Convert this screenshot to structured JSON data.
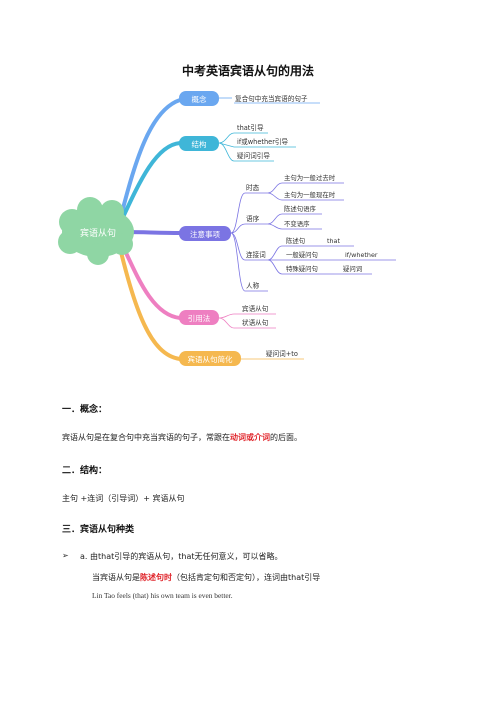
{
  "title": "中考英语宾语从句的用法",
  "mindmap": {
    "center": "宾语从句",
    "branches": [
      {
        "label": "概念",
        "color": "#6aa7f0",
        "children": [
          "复合句中充当宾语的句子"
        ]
      },
      {
        "label": "结构",
        "color": "#3fb6d8",
        "children": [
          "that引导",
          "if或whether引导",
          "疑问词引导"
        ]
      },
      {
        "label": "注意事项",
        "color": "#7b74e3",
        "children": [
          "时态",
          "语序",
          "连接词",
          "人称"
        ]
      },
      {
        "label": "引用法",
        "color": "#ee7fc1",
        "children": [
          "宾语从句",
          "状语从句"
        ]
      },
      {
        "label": "宾语从句简化",
        "color": "#f5b84f",
        "children": [
          "疑问词+to"
        ]
      }
    ],
    "tense": [
      "主句为一般过去时",
      "主句为一般现在时"
    ],
    "order": [
      "陈述句语序",
      "不变语序"
    ],
    "connectives": [
      {
        "label": "陈述句",
        "value": "that"
      },
      {
        "label": "一般疑问句",
        "value": "if/whether"
      },
      {
        "label": "特殊疑问句",
        "value": "疑问词"
      }
    ]
  },
  "sections": {
    "s1_heading": "一．概念：",
    "s1_text_a": "宾语从句是在复合句中充当宾语的句子，常跟在",
    "s1_text_hl": "动词或介词",
    "s1_text_b": "的后面。",
    "s2_heading": "二．结构：",
    "s2_text": "主句 +连词（引导词）+ 宾语从句",
    "s3_heading": "三．宾语从句种类",
    "s3_item_a": "a. 由that引导的宾语从句，that无任何意义，可以省略。",
    "s3_line2_a": "当宾语从句是",
    "s3_line2_hl": "陈述句时",
    "s3_line2_b": "（包括肯定句和否定句），连词由that引导",
    "s3_example": "Lin Tao feels (that) his own team is even better."
  }
}
